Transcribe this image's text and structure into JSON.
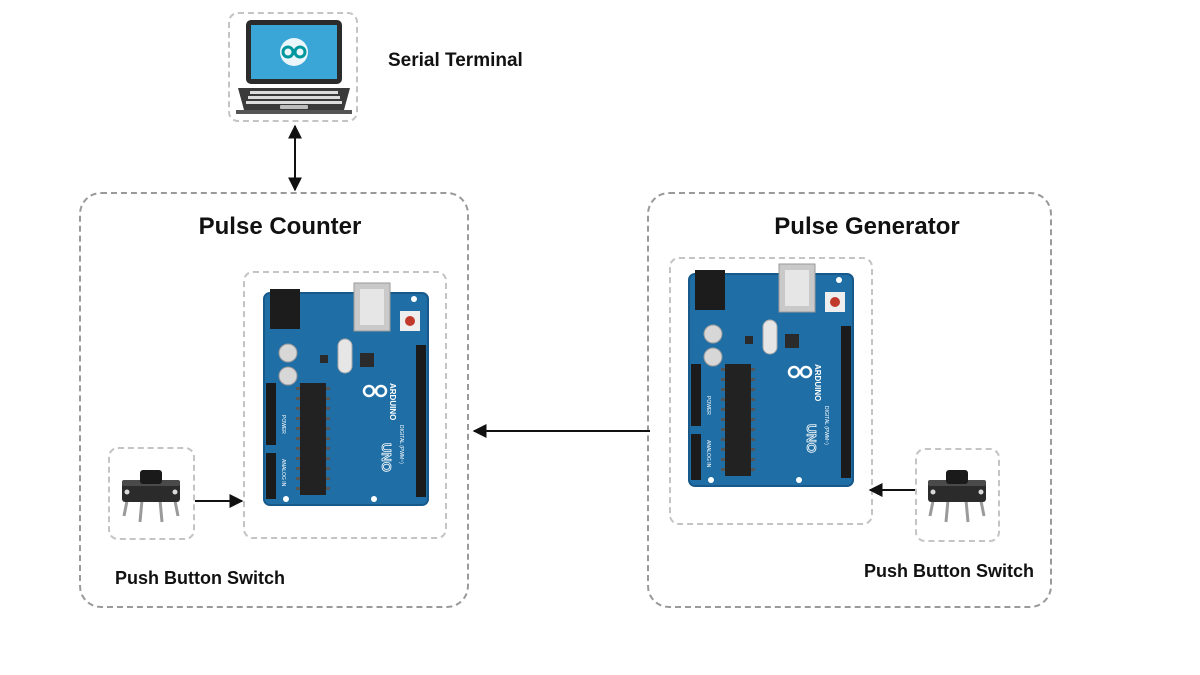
{
  "serial_terminal": {
    "label": "Serial Terminal"
  },
  "pulse_counter": {
    "title": "Pulse Counter",
    "board": {
      "brand": "ARDUINO",
      "model": "UNO",
      "header_power": "POWER",
      "header_digital": "DIGITAL (PWM~)",
      "header_analog": "ANALOG IN"
    },
    "switch_label": "Push Button Switch"
  },
  "pulse_generator": {
    "title": "Pulse Generator",
    "board": {
      "brand": "ARDUINO",
      "model": "UNO",
      "header_power": "POWER",
      "header_digital": "DIGITAL (PWM~)",
      "header_analog": "ANALOG IN"
    },
    "switch_label": "Push Button Switch"
  },
  "colors": {
    "board_blue": "#1f6fa6",
    "board_edge": "#17598a",
    "border": "#9a9a9a",
    "arrow": "#111111",
    "laptop_screen": "#3aa6d8",
    "arduino_logo": "#00979d"
  }
}
